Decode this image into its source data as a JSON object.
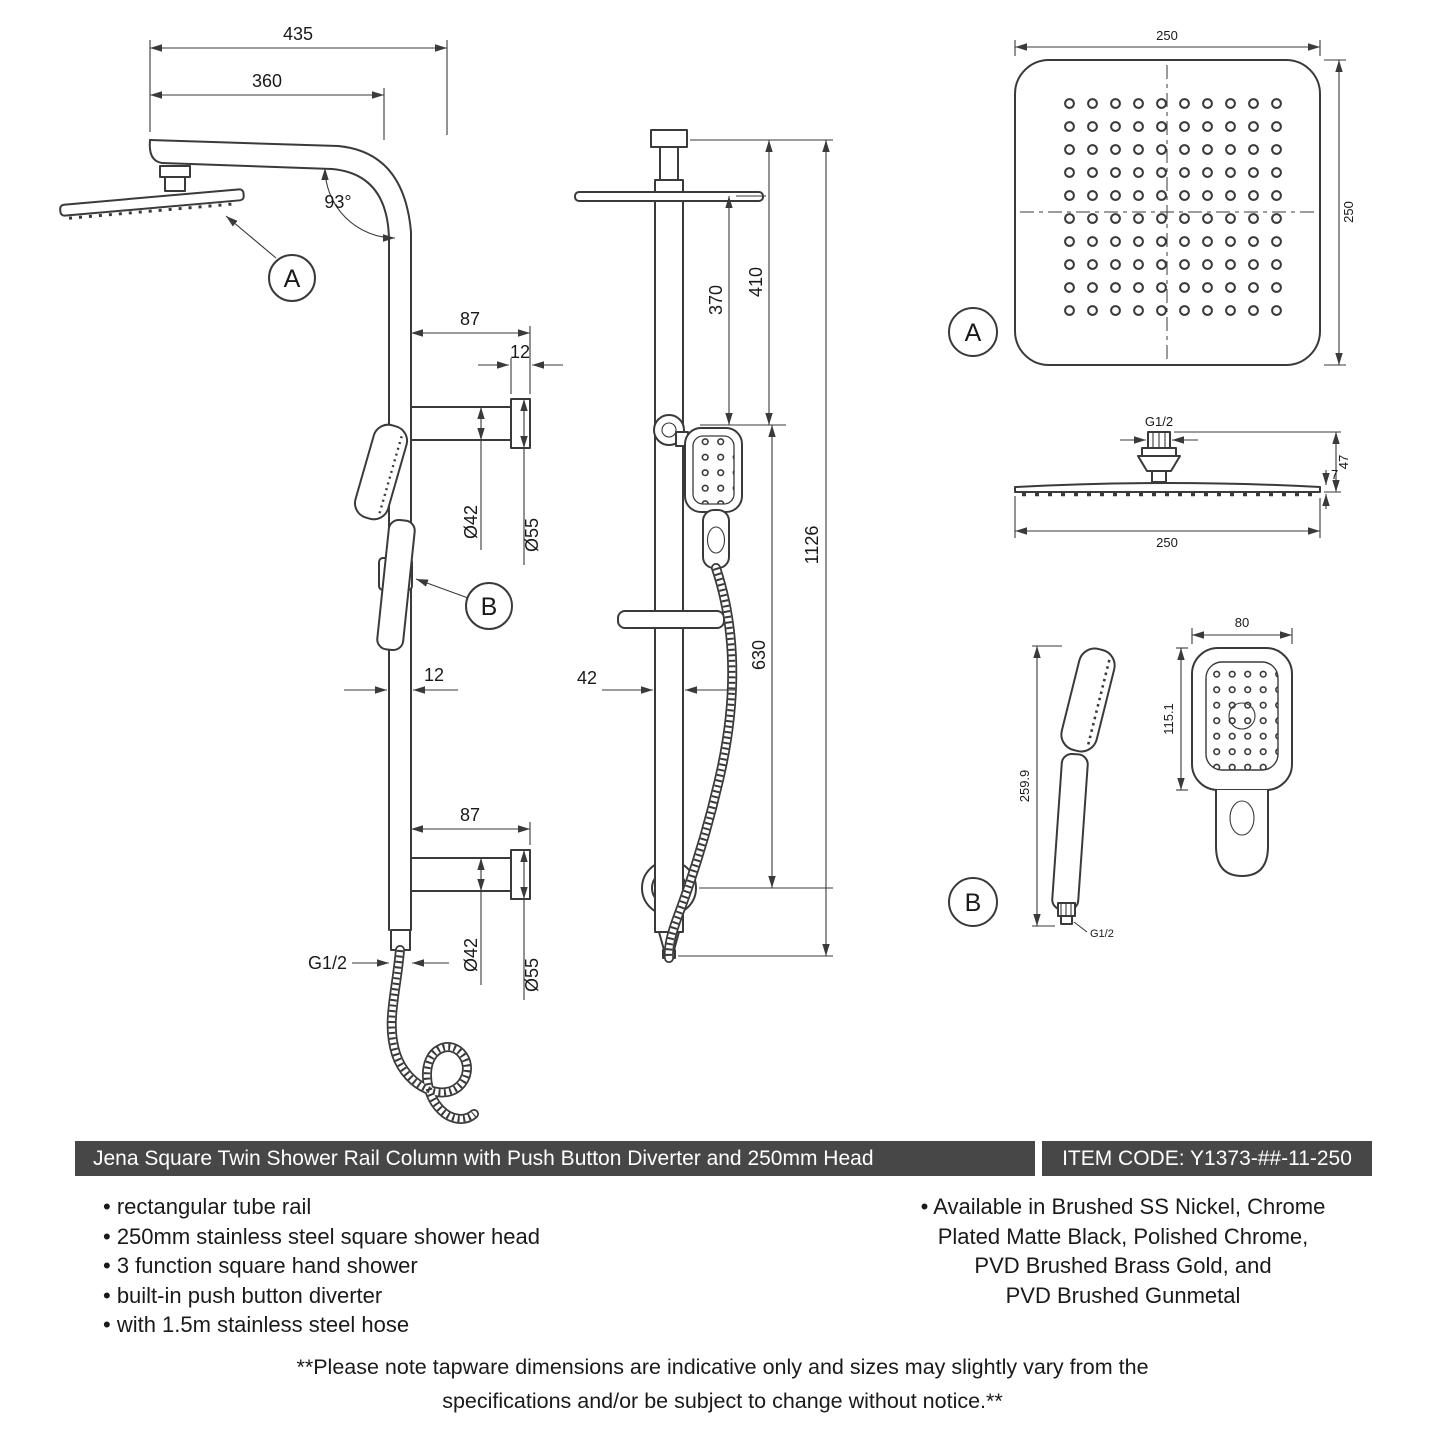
{
  "colors": {
    "line": "#3a3a3a",
    "bar_bg": "#474747",
    "bar_text": "#ffffff",
    "text": "#1a1a1a"
  },
  "views": {
    "side": {
      "dim_435": "435",
      "dim_360": "360",
      "angle": "93°",
      "dim_87_upper": "87",
      "dim_12_upper": "12",
      "dia_42_upper": "Ø42",
      "dia_55_upper": "Ø55",
      "dim_12_rail": "12",
      "dim_87_lower": "87",
      "thread": "G1/2",
      "dia_42_lower": "Ø42",
      "dia_55_lower": "Ø55",
      "callout_a": "A",
      "callout_b": "B"
    },
    "front": {
      "dim_370": "370",
      "dim_410": "410",
      "dim_1126": "1126",
      "dim_630": "630",
      "dim_42": "42"
    },
    "detail_a": {
      "label": "A",
      "dim_width": "250",
      "dim_height": "250"
    },
    "head_profile": {
      "thread": "G1/2",
      "dim_height": "47",
      "dim_plate": "7",
      "dim_width": "250"
    },
    "detail_b": {
      "label": "B",
      "dim_length": "259.9",
      "thread": "G1/2",
      "dim_width": "80",
      "dim_face": "115.1"
    }
  },
  "title_bar": {
    "title": "Jena Square Twin Shower Rail Column with Push Button Diverter and 250mm Head",
    "item_code": "ITEM CODE: Y1373-##-11-250"
  },
  "features": [
    "• rectangular tube rail",
    "• 250mm stainless steel square shower head",
    "• 3 function square hand shower",
    "• built-in push button diverter",
    "• with 1.5m stainless steel hose"
  ],
  "availability": [
    "• Available in Brushed SS Nickel, Chrome",
    "Plated Matte Black, Polished Chrome,",
    "PVD Brushed Brass Gold, and",
    "PVD Brushed Gunmetal"
  ],
  "footnote": [
    "**Please note tapware dimensions are indicative only and sizes may slightly vary from the",
    "specifications and/or be subject to change without notice.**"
  ]
}
